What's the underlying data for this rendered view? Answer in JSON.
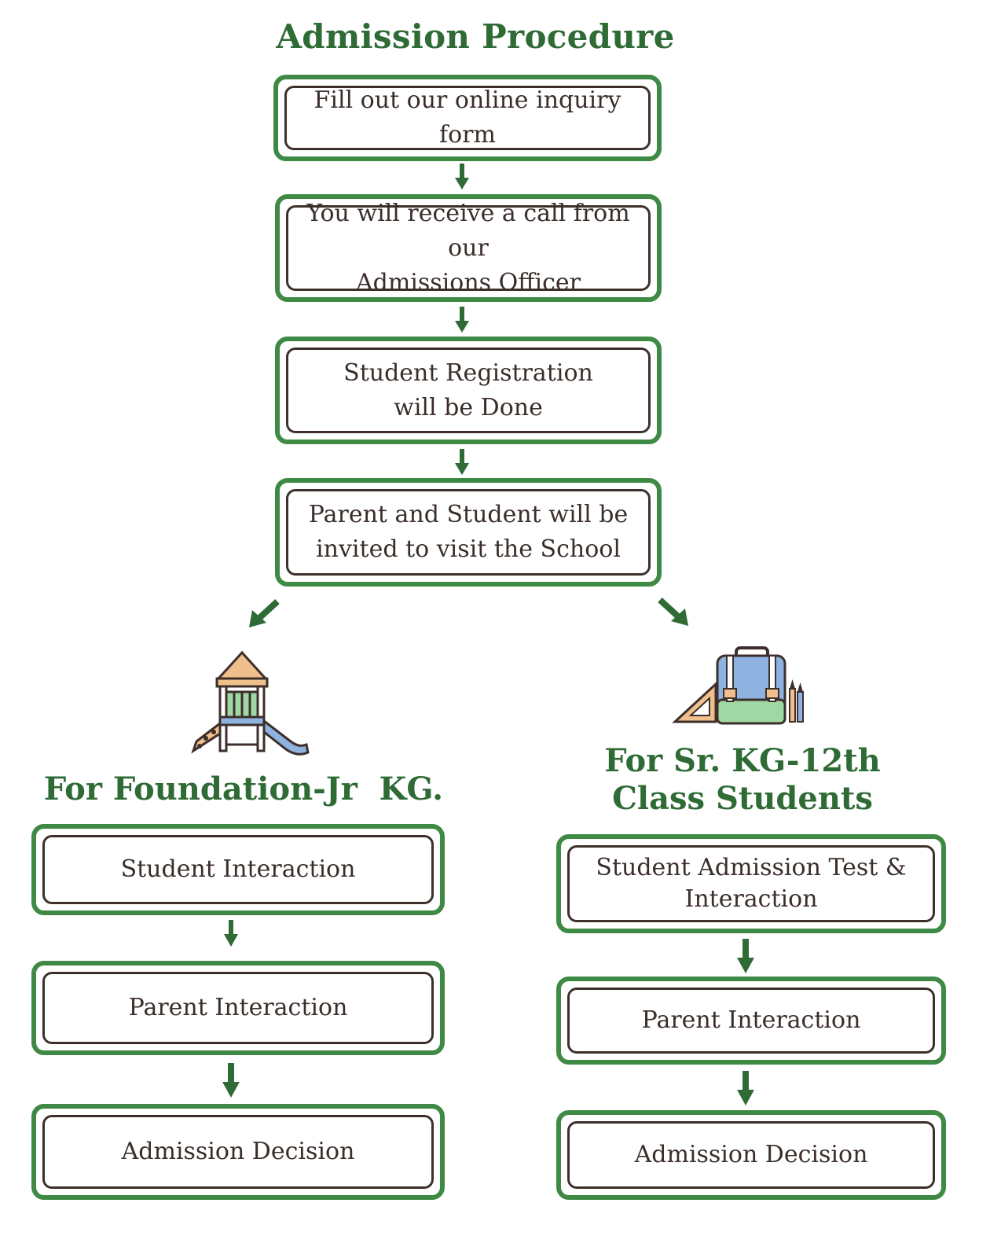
{
  "title": "Admission Procedure",
  "steps": [
    "Fill out our online inquiry form",
    "You will receive a call from our\nAdmissions Officer",
    "Student Registration\nwill be Done",
    "Parent and Student will be\ninvited to visit the School"
  ],
  "left_branch": {
    "heading": "For Foundation-Jr  KG.",
    "icon": "playground-slide-icon",
    "steps": [
      "Student Interaction",
      "Parent Interaction",
      "Admission Decision"
    ]
  },
  "right_branch": {
    "heading_line1": "For Sr. KG-12th",
    "heading_line2": "Class Students",
    "icon": "school-bag-icon",
    "steps": [
      "Student Admission Test &\nInteraction",
      "Parent Interaction",
      "Admission Decision"
    ]
  },
  "colors": {
    "green": "#3e8a45",
    "heading_green": "#2e6b35",
    "inner_border": "#3d2f2c"
  }
}
